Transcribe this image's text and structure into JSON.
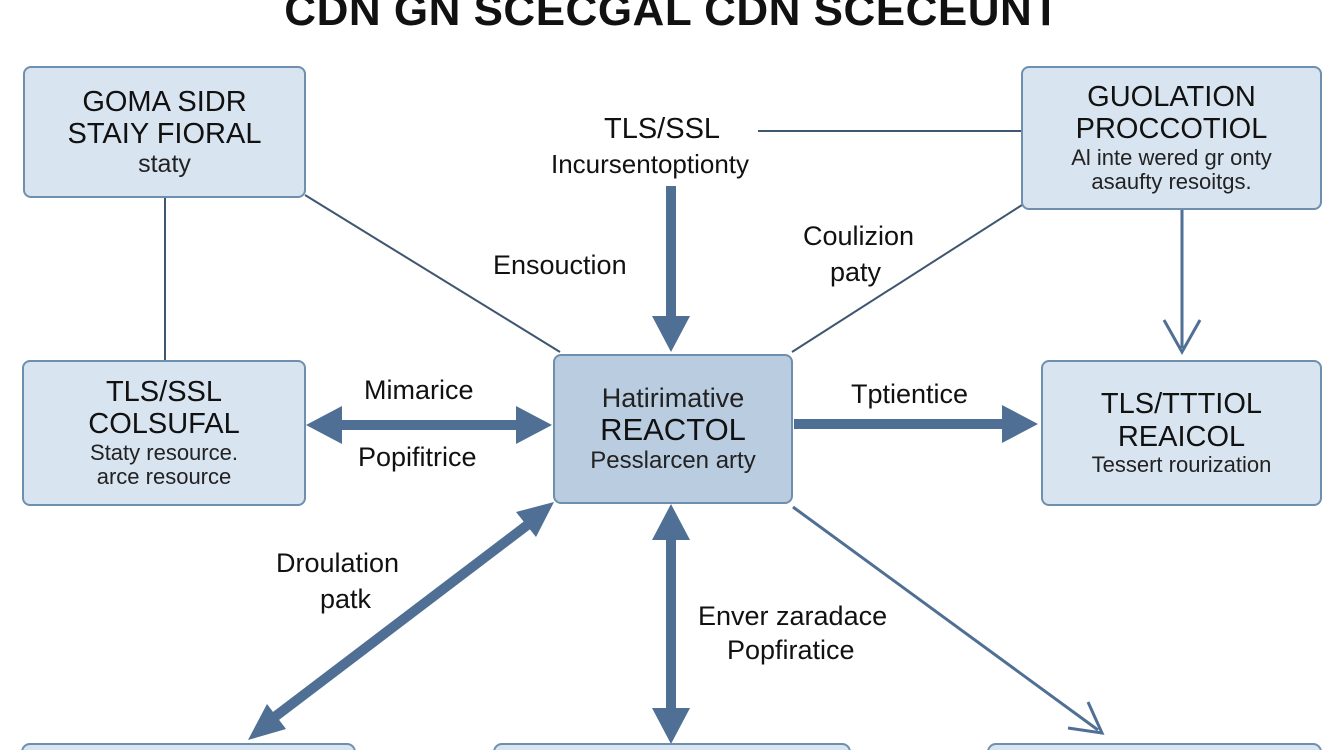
{
  "title": "CDN GN SCECGAL CDN SCECEUNT",
  "nodes": {
    "top_left": {
      "line1": "GOMA SIDR",
      "line2": "STAIY FIORAL",
      "line3": "staty"
    },
    "top_right": {
      "line1": "GUOLATION",
      "line2": "PROCCOTIOL",
      "line3": "Al inte wered gr onty",
      "line4": "asaufty resoitgs."
    },
    "mid_left": {
      "line1": "TLS/SSL",
      "line2": "COLSUFAL",
      "line3": "Staty resource.",
      "line4": "arce resource"
    },
    "center": {
      "line1": "Hatirimative",
      "line2": "REACTOL",
      "line3": "Pesslarcen arty"
    },
    "mid_right": {
      "line1": "TLS/TTTIOL",
      "line2": "REAICOL",
      "line3": "Tessert rourization"
    }
  },
  "labels": {
    "tls_top": "TLS/SSL",
    "tls_top_sub": "Incursentoptionty",
    "ensouction": "Ensouction",
    "coulizion_1": "Coulizion",
    "coulizion_2": "paty",
    "mimarice": "Mimarice",
    "popifitrice": "Popifitrice",
    "tptientice": "Tptientice",
    "droul_1": "Droulation",
    "droul_2": "patk",
    "enver_1": "Enver zaradace",
    "enver_2": "Popfiratice"
  },
  "colors": {
    "box_fill": "#d8e4f0",
    "center_fill": "#b9cce0",
    "box_border": "#6f8fae",
    "arrow": "#4f6f94",
    "line": "#3f5670"
  }
}
